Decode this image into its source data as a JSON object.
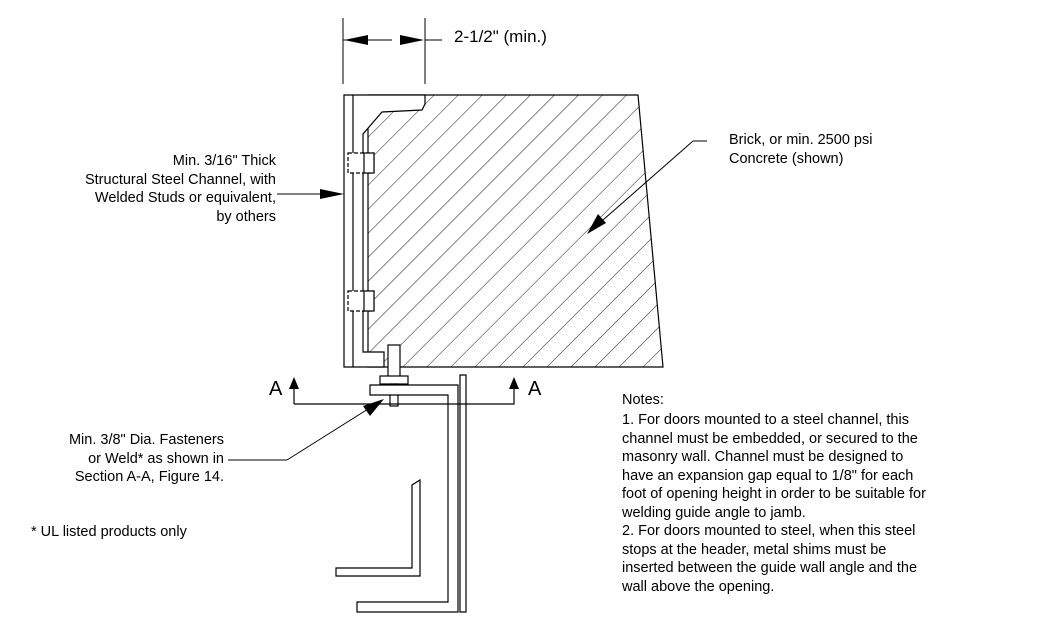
{
  "dimension": "2-1/2\" (min.)",
  "channel_label": "Min. 3/16\" Thick\nStructural Steel Channel, with\nWelded Studs or equivalent,\nby others",
  "brick_label": "Brick, or min. 2500 psi\nConcrete (shown)",
  "section_marker_left": "A",
  "section_marker_right": "A",
  "fastener_label": "Min. 3/8\" Dia. Fasteners\nor Weld* as shown in\nSection A-A, Figure 14.",
  "footnote": "* UL listed products only",
  "notes": {
    "heading": "Notes:",
    "note1": "1.  For doors mounted to a steel channel, this\nchannel must be embedded, or secured to the\nmasonry wall.  Channel must be designed to\nhave an expansion gap equal to 1/8\" for each\nfoot of opening height in order to be suitable for\nwelding guide angle to jamb.",
    "note2": "2.  For doors mounted to steel, when this steel\nstops at the header, metal shims must be\ninserted between the guide wall angle and the\nwall above the opening."
  }
}
